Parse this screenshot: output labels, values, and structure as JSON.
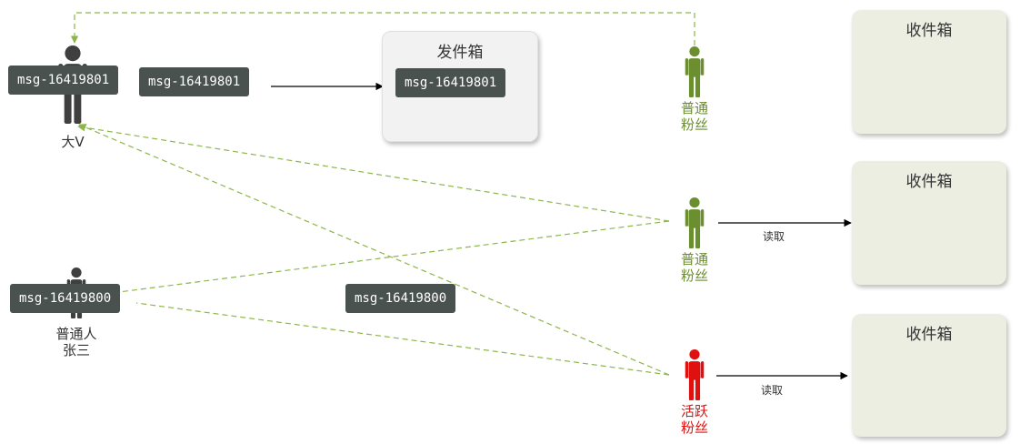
{
  "colors": {
    "person_dark": "#3f3f3f",
    "fan_normal": "#6b8e2f",
    "fan_active": "#e01010",
    "dashed_line": "#8db64a",
    "msg_bg": "#4a5250",
    "inbox_bg": "#ebeee0",
    "outbox_bg": "#f2f2f2"
  },
  "outbox": {
    "title": "发件箱",
    "message": "msg-16419801"
  },
  "inboxes": [
    {
      "title": "收件箱"
    },
    {
      "title": "收件箱"
    },
    {
      "title": "收件箱"
    }
  ],
  "big_v": {
    "label": "大V",
    "message_on_body": "msg-16419801",
    "message_sent": "msg-16419801",
    "icon": "person-icon"
  },
  "normal_user": {
    "label_line1": "普通人",
    "label_line2": "张三",
    "message": "msg-16419800",
    "icon": "person-icon"
  },
  "floating_message": "msg-16419800",
  "fans": [
    {
      "line1": "普通",
      "line2": "粉丝",
      "type": "normal",
      "icon": "person-icon"
    },
    {
      "line1": "普通",
      "line2": "粉丝",
      "type": "normal",
      "icon": "person-icon"
    },
    {
      "line1": "活跃",
      "line2": "粉丝",
      "type": "active",
      "icon": "person-icon"
    }
  ],
  "read_labels": [
    "读取",
    "读取"
  ]
}
